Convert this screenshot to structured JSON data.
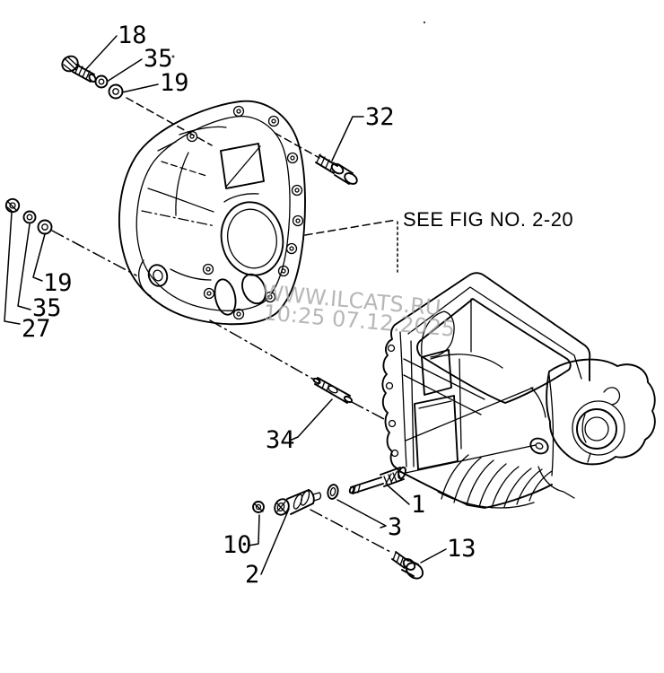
{
  "diagram": {
    "type": "exploded-view-parts-diagram",
    "reference_note": "SEE FIG NO. 2-20",
    "part_callouts": [
      "18",
      "35",
      "19",
      "32",
      "19",
      "35",
      "27",
      "34",
      "10",
      "2",
      "3",
      "1",
      "13"
    ]
  },
  "watermark": {
    "line1": "WWW.ILCATS.RU",
    "line2": "10:25 07.12.2025"
  },
  "colors": {
    "line": "#000000",
    "background": "#ffffff",
    "watermark": "#a6a6a6"
  }
}
